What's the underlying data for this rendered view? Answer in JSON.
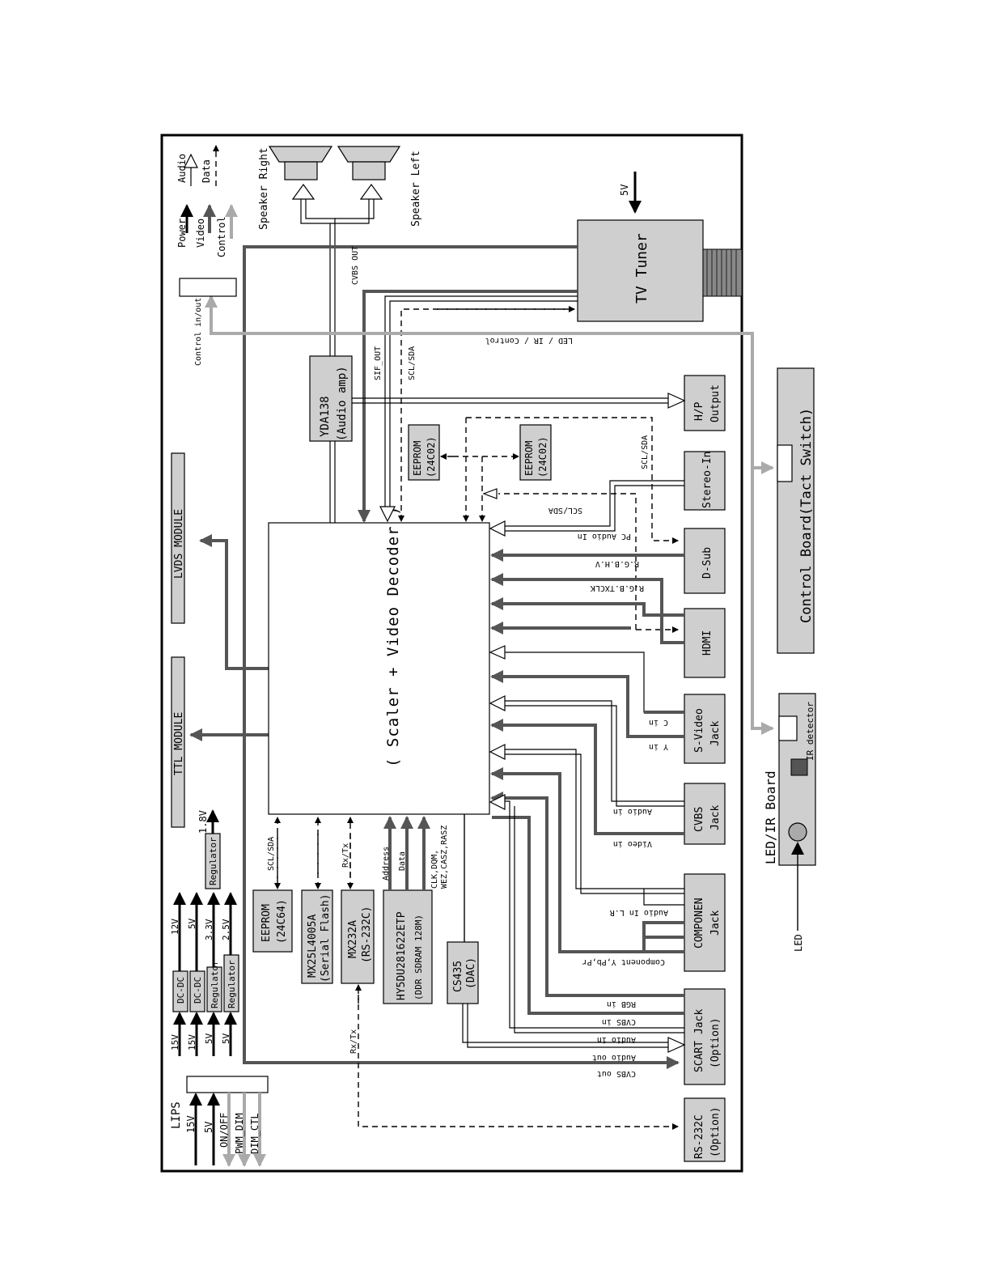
{
  "legend": {
    "power": "Power",
    "video": "Video",
    "control": "Control",
    "audio": "Audio",
    "data": "Data"
  },
  "colors": {
    "power": "#000000",
    "video": "#555555",
    "control": "#aaaaaa",
    "block": "#cfcfcf"
  },
  "blocks": {
    "scaler": "( Scaler + Video Decoder )",
    "tuner": "TV Tuner",
    "tuner_5v": "5V",
    "audio_amp": [
      "YDA138",
      "(Audio amp)"
    ],
    "eeprom_a": [
      "EEPROM",
      "(24C02)"
    ],
    "eeprom_b": [
      "EEPROM",
      "(24C02)"
    ],
    "hp_output": [
      "H/P",
      "Output"
    ],
    "stereo_in": "Stereo-In",
    "dsub": "D-Sub",
    "hdmi": "HDMI",
    "svideo": [
      "S-Video",
      "Jack"
    ],
    "cvbs": [
      "CVBS",
      "Jack"
    ],
    "componen": [
      "COMPONEN",
      "Jack"
    ],
    "scart": [
      "SCART Jack",
      "(Option)"
    ],
    "rs232": [
      "RS-232C",
      "(Option)"
    ],
    "eeprom_c": [
      "EEPROM",
      "(24C64)"
    ],
    "flash": [
      "MX25L4005A",
      "(Serial Flash)"
    ],
    "mx232": [
      "MX232A",
      "(RS-232C)"
    ],
    "ddr": [
      "HY5DU281622ETP",
      "(DDR SDRAM 128M)"
    ],
    "dac": [
      "CS435",
      "(DAC)"
    ],
    "dcdc1": "DC-DC",
    "dcdc2": "DC-DC",
    "reg1": "Regulator",
    "reg2": "Regulator",
    "reg3": "Regulator",
    "lvds": "LVDS MODULE",
    "ttl": "TTL MODULE",
    "control_board": "Control Board(Tact Switch)",
    "led_ir_board": "LED/IR Board",
    "ir_detector": "IR detector",
    "led": "LED",
    "lips": "LIPS"
  },
  "speakers": {
    "right": "Speaker Right",
    "left": "Speaker Left"
  },
  "signals": {
    "cvbs_out_top": "CVBS OUT",
    "sif_out": "SIF_OUT",
    "scl_sda_tuner": "SCL/SDA",
    "led_ir_control": "LED / IR / Control",
    "control_inout": "Control in/out",
    "scl_sda_dsub": "SCL/SDA",
    "scl_sda_eeprom": "SCL/SDA",
    "pc_audio_in": "PC Audio In",
    "rgbhv": "R.G.B.H.V",
    "rgb_txclk": "R.G.B.TXCLK",
    "c_in": "C in",
    "y_in": "Y in",
    "audio_in_cvbs": "Audio in",
    "video_in": "Video in",
    "audio_in_lr": "Audio In L.R",
    "component_ypbpr": "Component Y,Pb,Pr",
    "rgb_in": "RGB in",
    "cvbs_in": "CVBS in",
    "audio_in_scart": "Audio in",
    "audio_out": "Audio out",
    "cvbs_out": "CVBS out",
    "scl_sda_left": "SCL/SDA",
    "rx_tx_1": "Rx/Tx",
    "rx_tx_2": "Rx/Tx",
    "address": "Address",
    "data": "Data",
    "clk": "CLK,DQM,",
    "wez": "WEZ,CASZ,RASZ"
  },
  "power": {
    "v15a": "15V",
    "v15b": "15V",
    "v5a": "5V",
    "v5b": "5V",
    "v12": "12V",
    "v5c": "5V",
    "v33": "3.3V",
    "v25": "2.5V",
    "v18": "1.8V",
    "lips_15v": "15V",
    "lips_5v": "5V",
    "on_off": "ON/OFF",
    "pwm_dim": "PWM_DIM",
    "dim_ctl": "DIM_CTL"
  }
}
